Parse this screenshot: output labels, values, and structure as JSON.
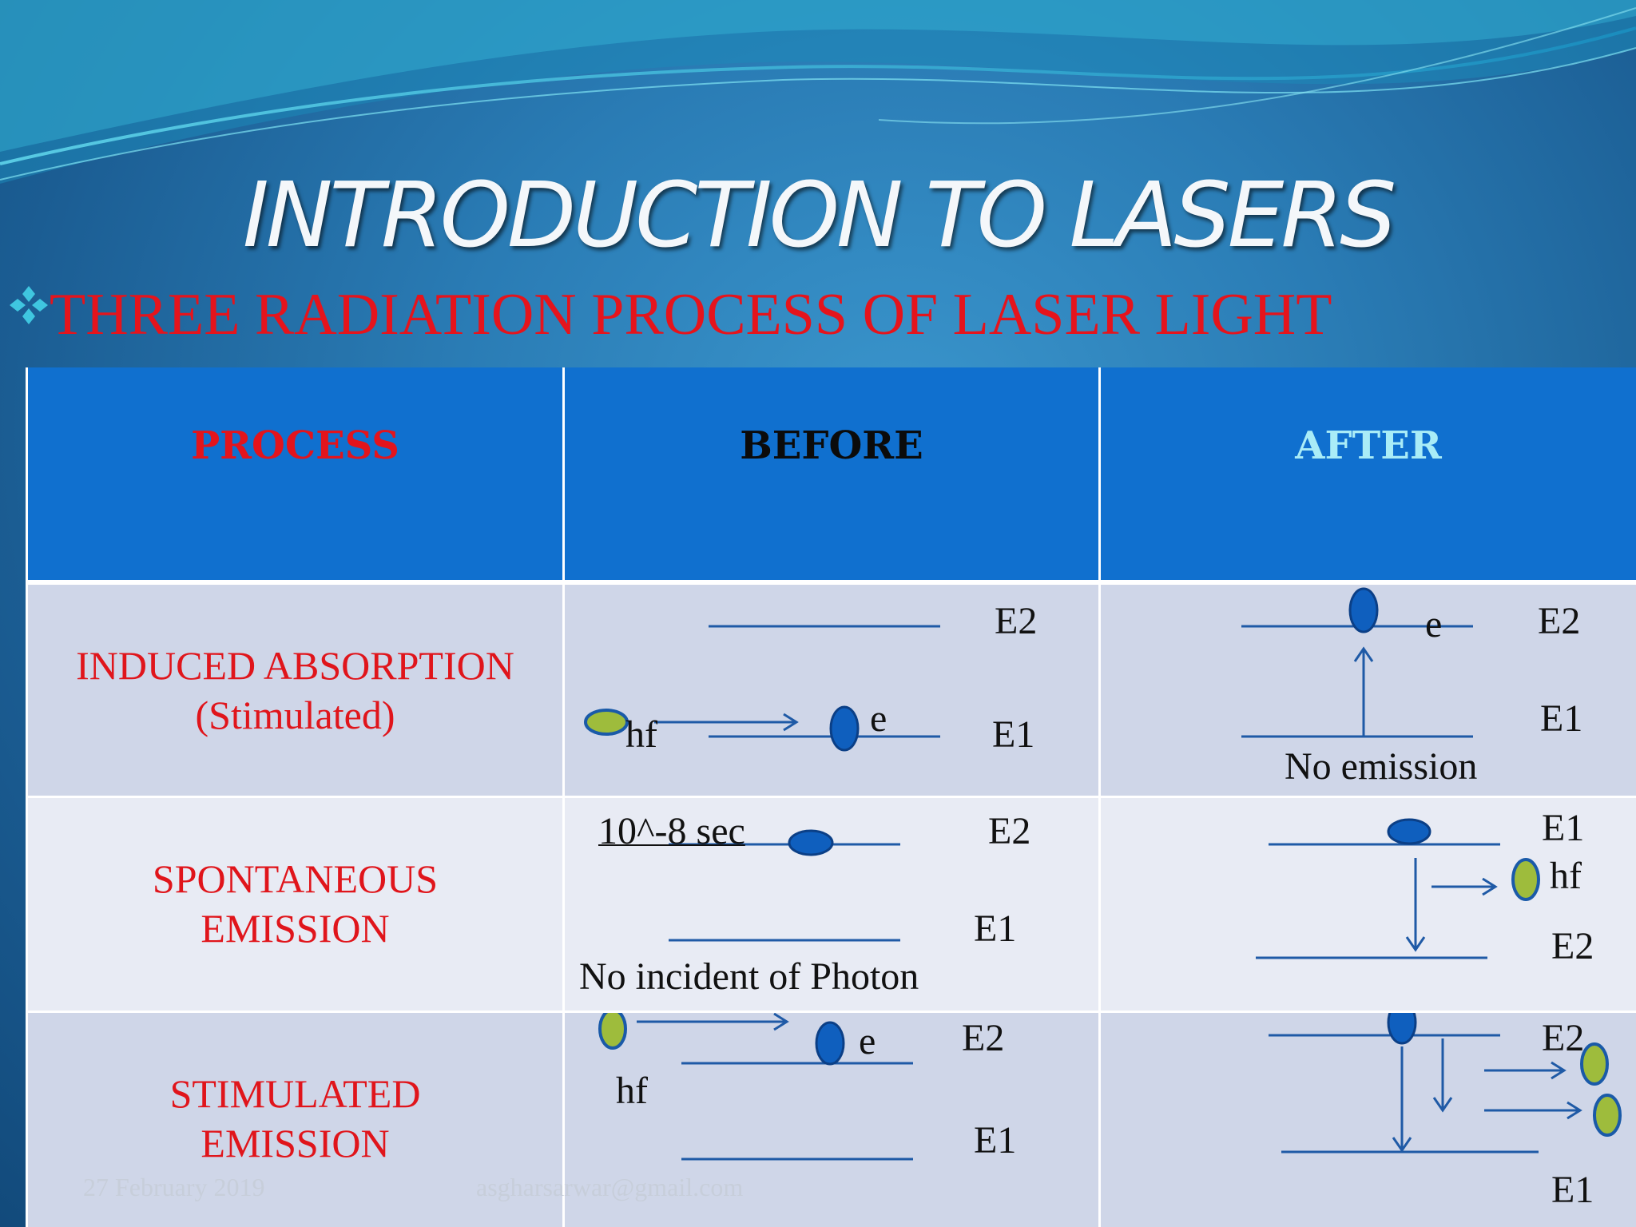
{
  "slide": {
    "title": "INTRODUCTION TO LASERS",
    "subtitle": "THREE RADIATION PROCESS OF LASER LIGHT",
    "bullet_icon": "diamond-cluster-bullet",
    "colors": {
      "accent_red": "#e5141c",
      "header_blue": "#1070cf",
      "electron_blue": "#0f5fbe",
      "photon_green": "#9ebc3c"
    }
  },
  "table": {
    "headers": {
      "process": "PROCESS",
      "before": "BEFORE",
      "after": "AFTER"
    },
    "rows": [
      {
        "process_line1": "INDUCED ABSORPTION",
        "process_line2": "(Stimulated)",
        "before": {
          "upper": "E2",
          "lower": "E1",
          "electron": "e",
          "photon": "hf"
        },
        "after": {
          "upper": "E2",
          "lower": "E1",
          "electron": "e",
          "note": "No emission"
        }
      },
      {
        "process_line1": "SPONTANEOUS",
        "process_line2": "EMISSION",
        "before": {
          "time": "10^-8 sec",
          "upper": "E2",
          "lower": "E1",
          "note": "No incident of Photon"
        },
        "after": {
          "upper": "E1",
          "photon": "hf",
          "lower": "E2"
        }
      },
      {
        "process_line1": "STIMULATED",
        "process_line2": "EMISSION",
        "before": {
          "electron": "e",
          "upper": "E2",
          "photon": "hf",
          "lower": "E1"
        },
        "after": {
          "upper": "E2",
          "lower": "E1"
        }
      }
    ]
  },
  "footer": {
    "date": "27 February 2019",
    "email": "asgharsarwar@gmail.com"
  }
}
